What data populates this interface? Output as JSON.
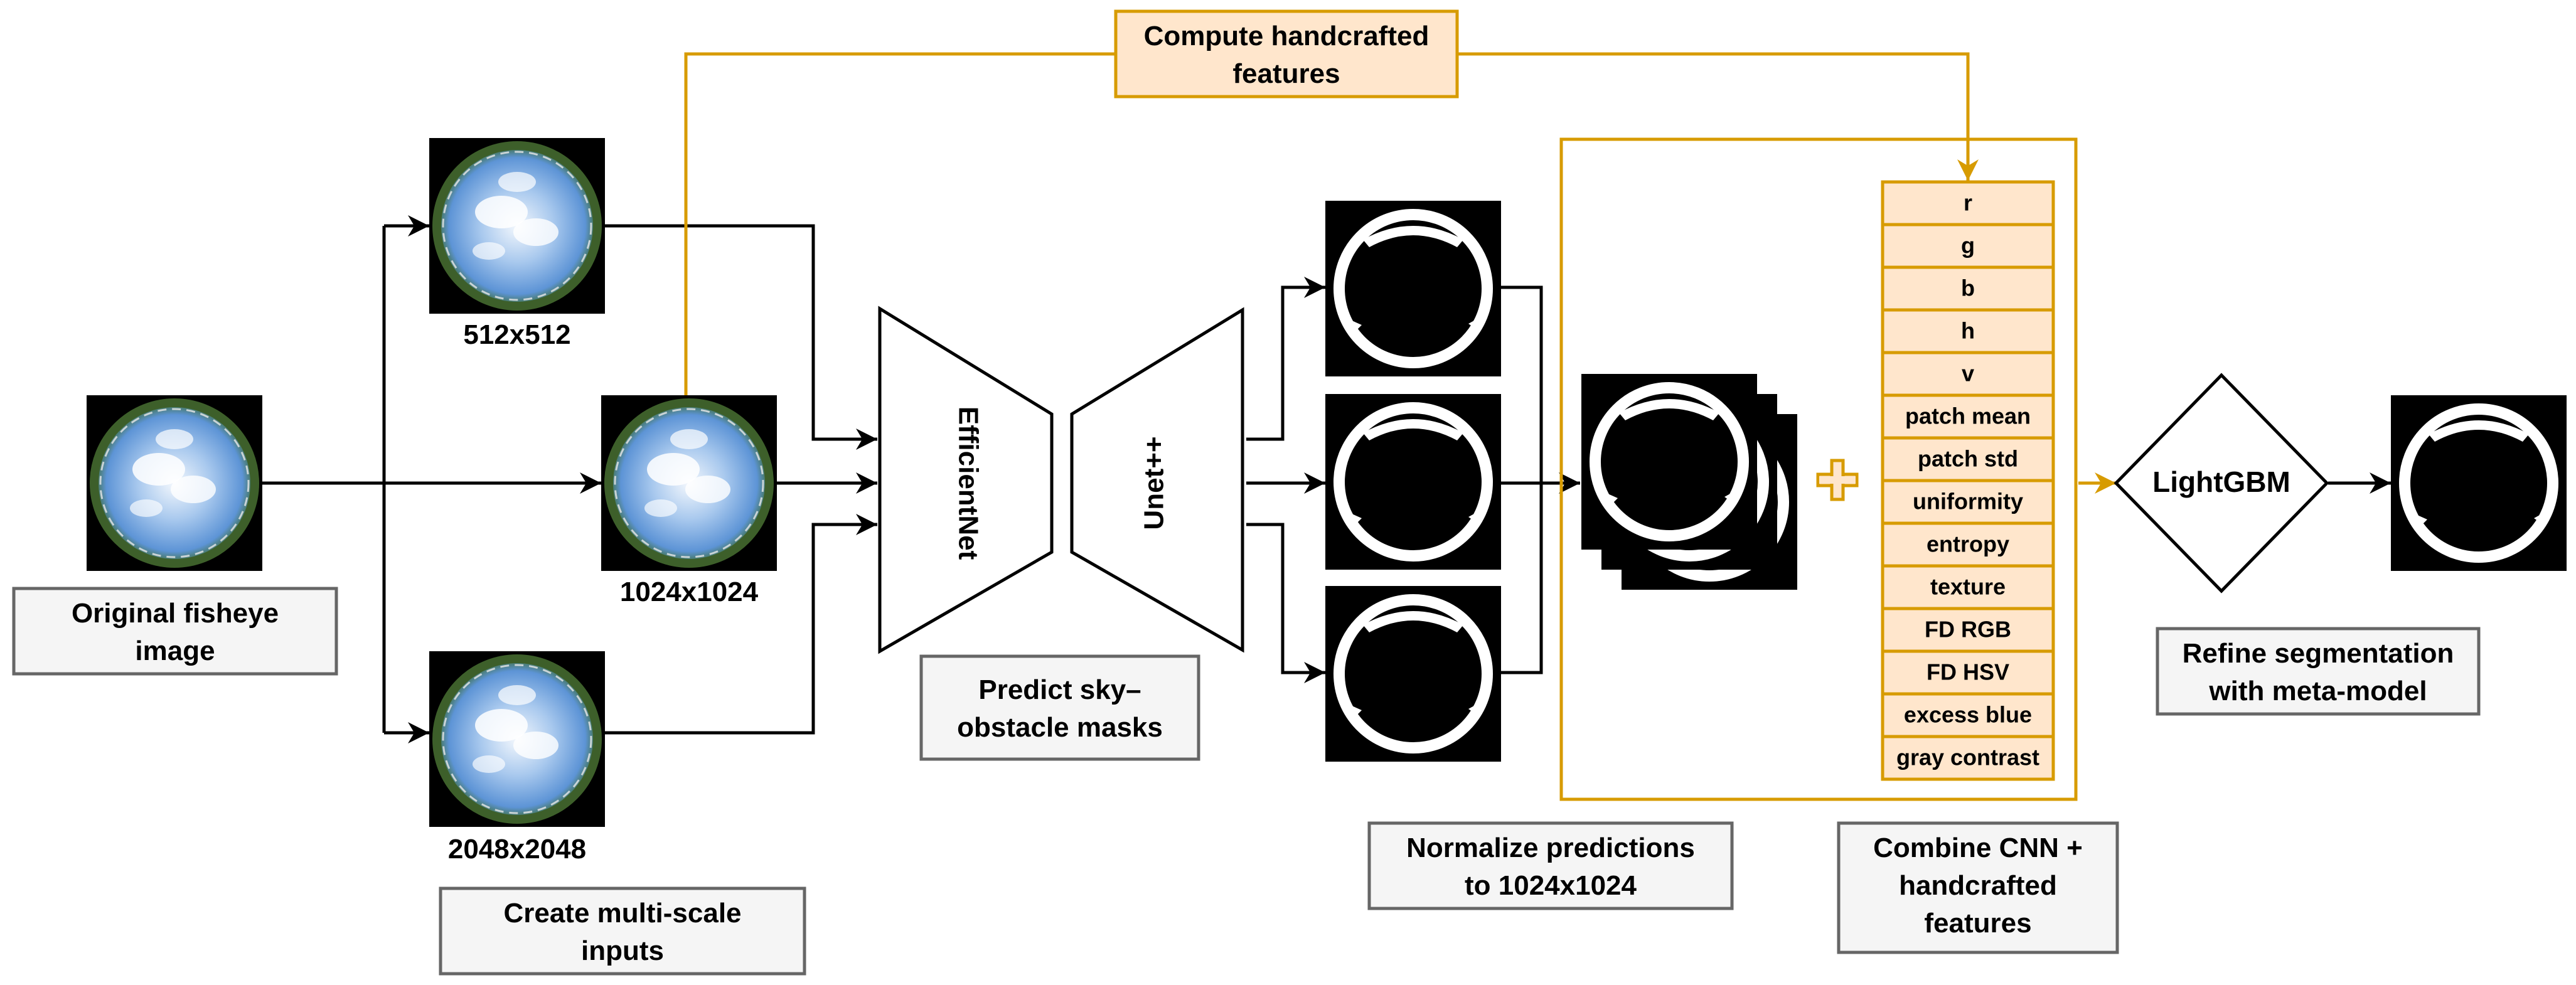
{
  "colors": {
    "accent": "#d79b00",
    "feature_fill": "#ffe6cc",
    "label_fill": "#f5f5f5",
    "label_stroke": "#666666",
    "sky_blue": "#6a9ed8",
    "mask_black": "#000000"
  },
  "icons": {
    "fisheye": "fisheye-sky-image-icon",
    "mask": "binary-sky-mask-icon",
    "plus": "plus-icon"
  },
  "labels": {
    "original": [
      "Original fisheye",
      "image"
    ],
    "multiscale": [
      "Create multi-scale",
      "inputs"
    ],
    "predict": [
      "Predict sky–",
      "obstacle masks"
    ],
    "normalize": [
      "Normalize predictions",
      "to 1024x1024"
    ],
    "combine": [
      "Combine CNN +",
      "handcrafted",
      "features"
    ],
    "refine": [
      "Refine segmentation",
      "with meta-model"
    ],
    "handcrafted": [
      "Compute handcrafted",
      "features"
    ]
  },
  "scales": {
    "s512": "512x512",
    "s1024": "1024x1024",
    "s2048": "2048x2048"
  },
  "models": {
    "encoder": "EfficientNet",
    "decoder": "Unet++",
    "meta": "LightGBM"
  },
  "features": [
    "r",
    "g",
    "b",
    "h",
    "v",
    "patch mean",
    "patch std",
    "uniformity",
    "entropy",
    "texture",
    "FD RGB",
    "FD HSV",
    "excess blue",
    "gray contrast"
  ]
}
